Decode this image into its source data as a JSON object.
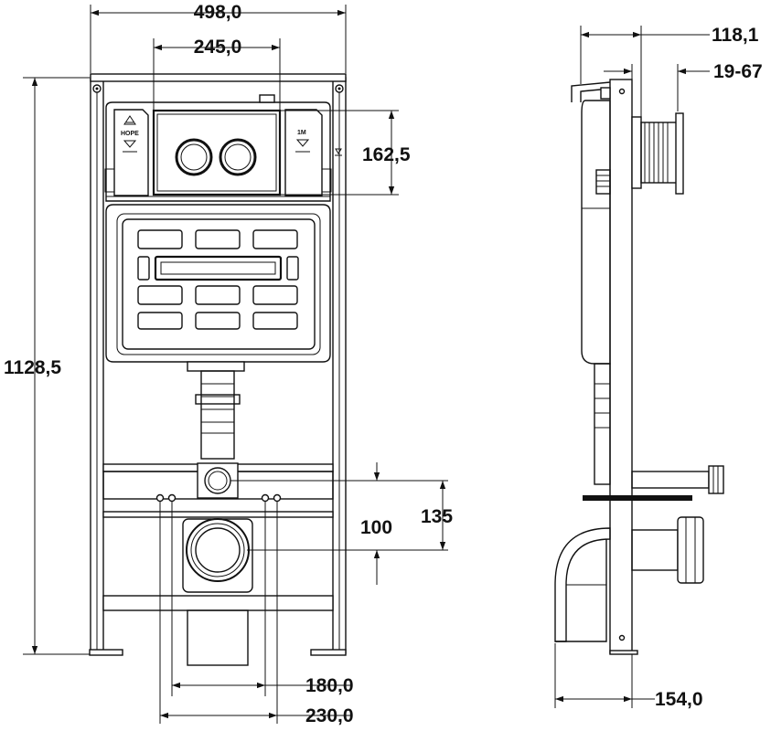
{
  "dimensions": {
    "frame_width": "498,0",
    "button_width": "245,0",
    "frame_height": "1128,5",
    "button_height": "162,5",
    "depth_top": "118,1",
    "adjust_range": "19-67",
    "depth_bottom": "154,0",
    "drain_height_a": "100",
    "drain_height_b": "135",
    "stud_spacing_inner": "180,0",
    "stud_spacing_outer": "230,0"
  },
  "labels": {
    "half_flush": "HOPE",
    "full_flush": "1M"
  }
}
